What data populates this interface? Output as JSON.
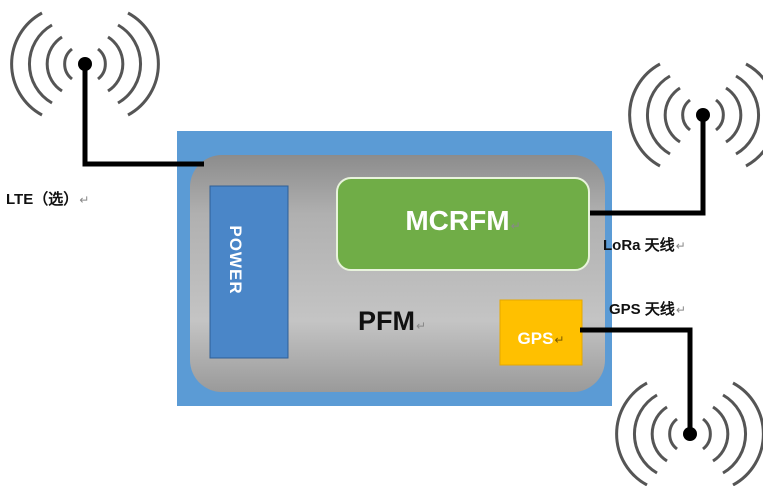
{
  "labels": {
    "lte": "LTE（选）",
    "lora": "LoRa 天线",
    "gps_antenna": "GPS 天线",
    "pfm": "PFM",
    "mcrfm": "MCRFM",
    "gps_chip": "GPS",
    "power": "POWER",
    "return_mark": "↵"
  },
  "colors": {
    "outer_board": "#5b9bd5",
    "inner_panel": "#a6a6a6",
    "power_block": "#4a86c8",
    "mcrfm_block": "#70ad47",
    "gps_block": "#ffc000",
    "wire": "#000000",
    "antenna_arcs": "#555555"
  }
}
